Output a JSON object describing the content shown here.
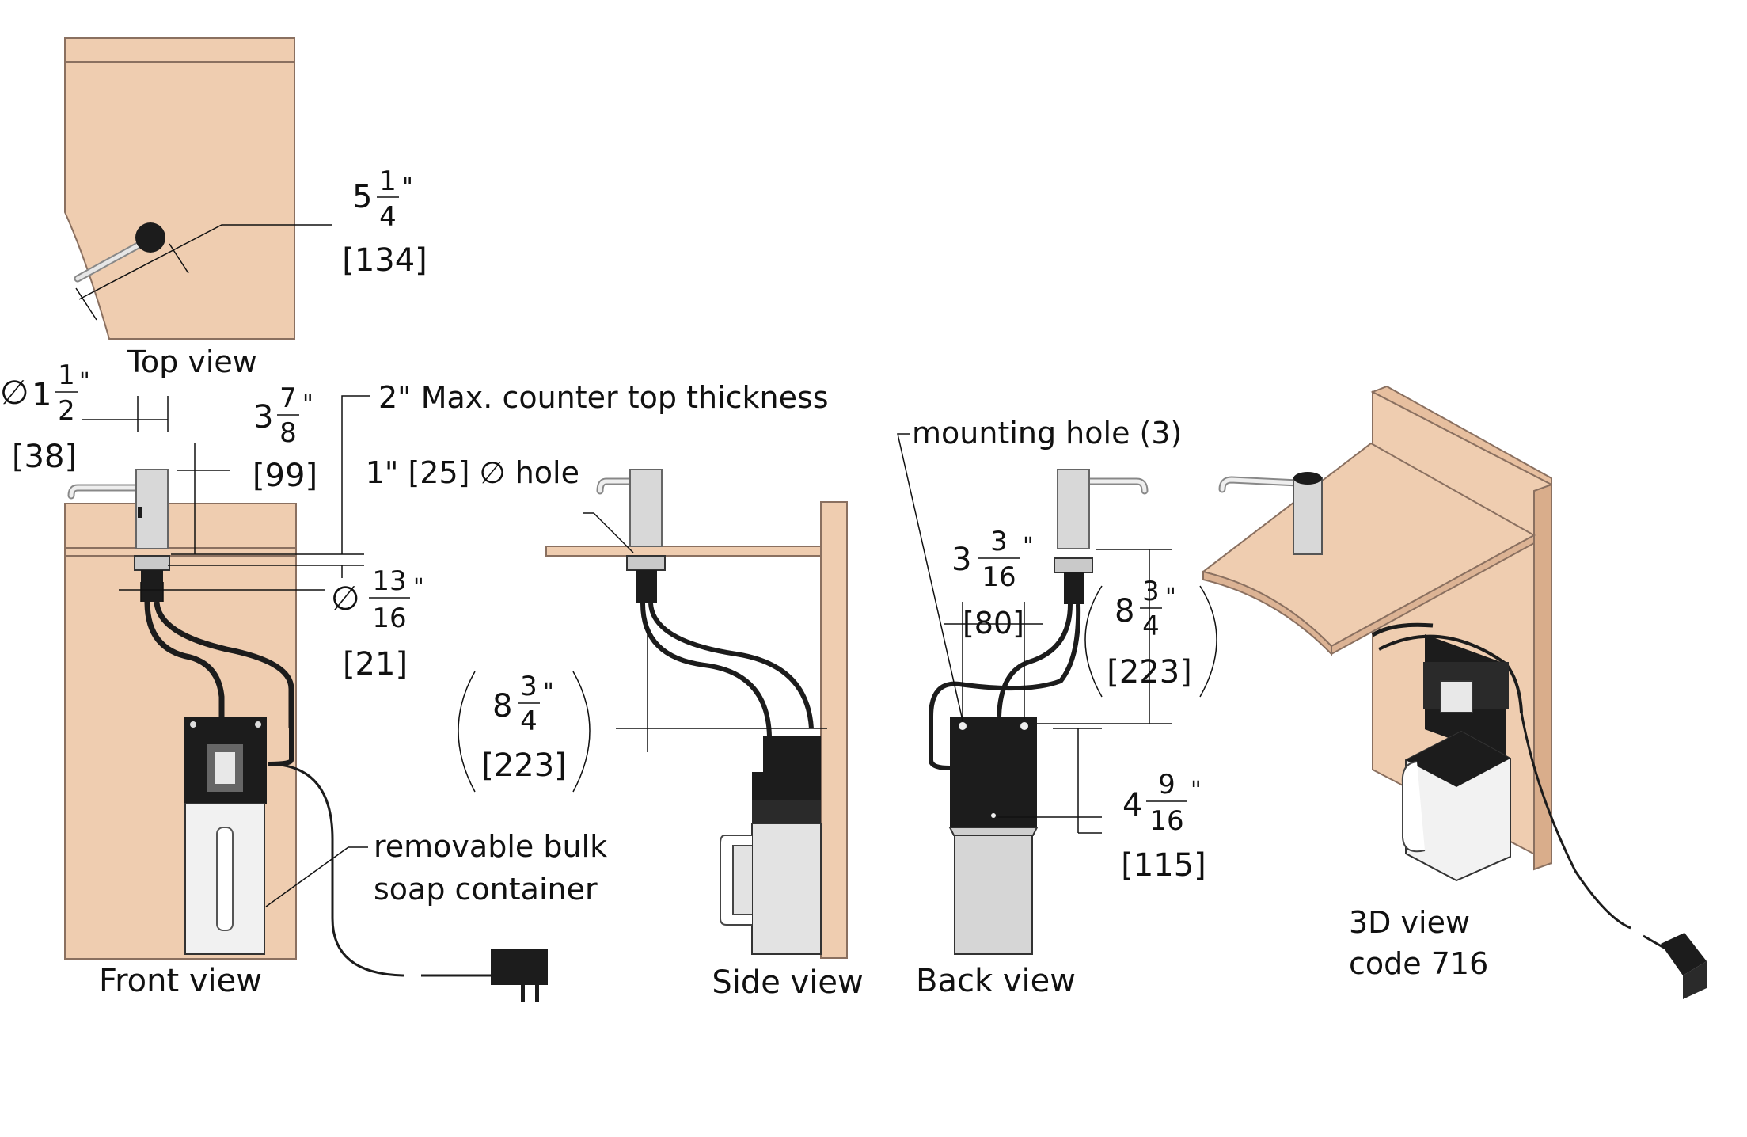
{
  "colors": {
    "counter": "#efcdb0",
    "counter_edge": "#8a7060",
    "chrome": "#c9c9c9",
    "dark": "#1c1c1c",
    "container": "#e8e8e8"
  },
  "views": {
    "top": "Top view",
    "front": "Front view",
    "side": "Side view",
    "back": "Back view",
    "iso_line1": "3D view",
    "iso_line2": "code 716"
  },
  "callouts": {
    "max_counter": "2\" Max. counter top thickness",
    "hole": "1\" [25] ∅  hole",
    "mounting": "mounting hole (3)",
    "container_line1": "removable bulk",
    "container_line2": "soap container"
  },
  "dims": {
    "spout_whole": "5",
    "spout_num": "1",
    "spout_den": "4",
    "spout_mm": "[134]",
    "dia_sym": "∅",
    "dia_whole": "1",
    "dia_num": "1",
    "dia_den": "2",
    "dia_mm": "[38]",
    "height_whole": "3",
    "height_num": "7",
    "height_den": "8",
    "height_mm": "[99]",
    "shank_sym": "∅",
    "shank_num": "13",
    "shank_den": "16",
    "shank_mm": "[21]",
    "side_whole": "8",
    "side_num": "3",
    "side_den": "4",
    "side_mm": "[223]",
    "width_whole": "3",
    "width_num": "3",
    "width_den": "16",
    "width_mm": "[80]",
    "back_whole": "8",
    "back_num": "3",
    "back_den": "4",
    "back_mm": "[223]",
    "bracket_whole": "4",
    "bracket_num": "9",
    "bracket_den": "16",
    "bracket_mm": "[115]",
    "inch": "\""
  }
}
